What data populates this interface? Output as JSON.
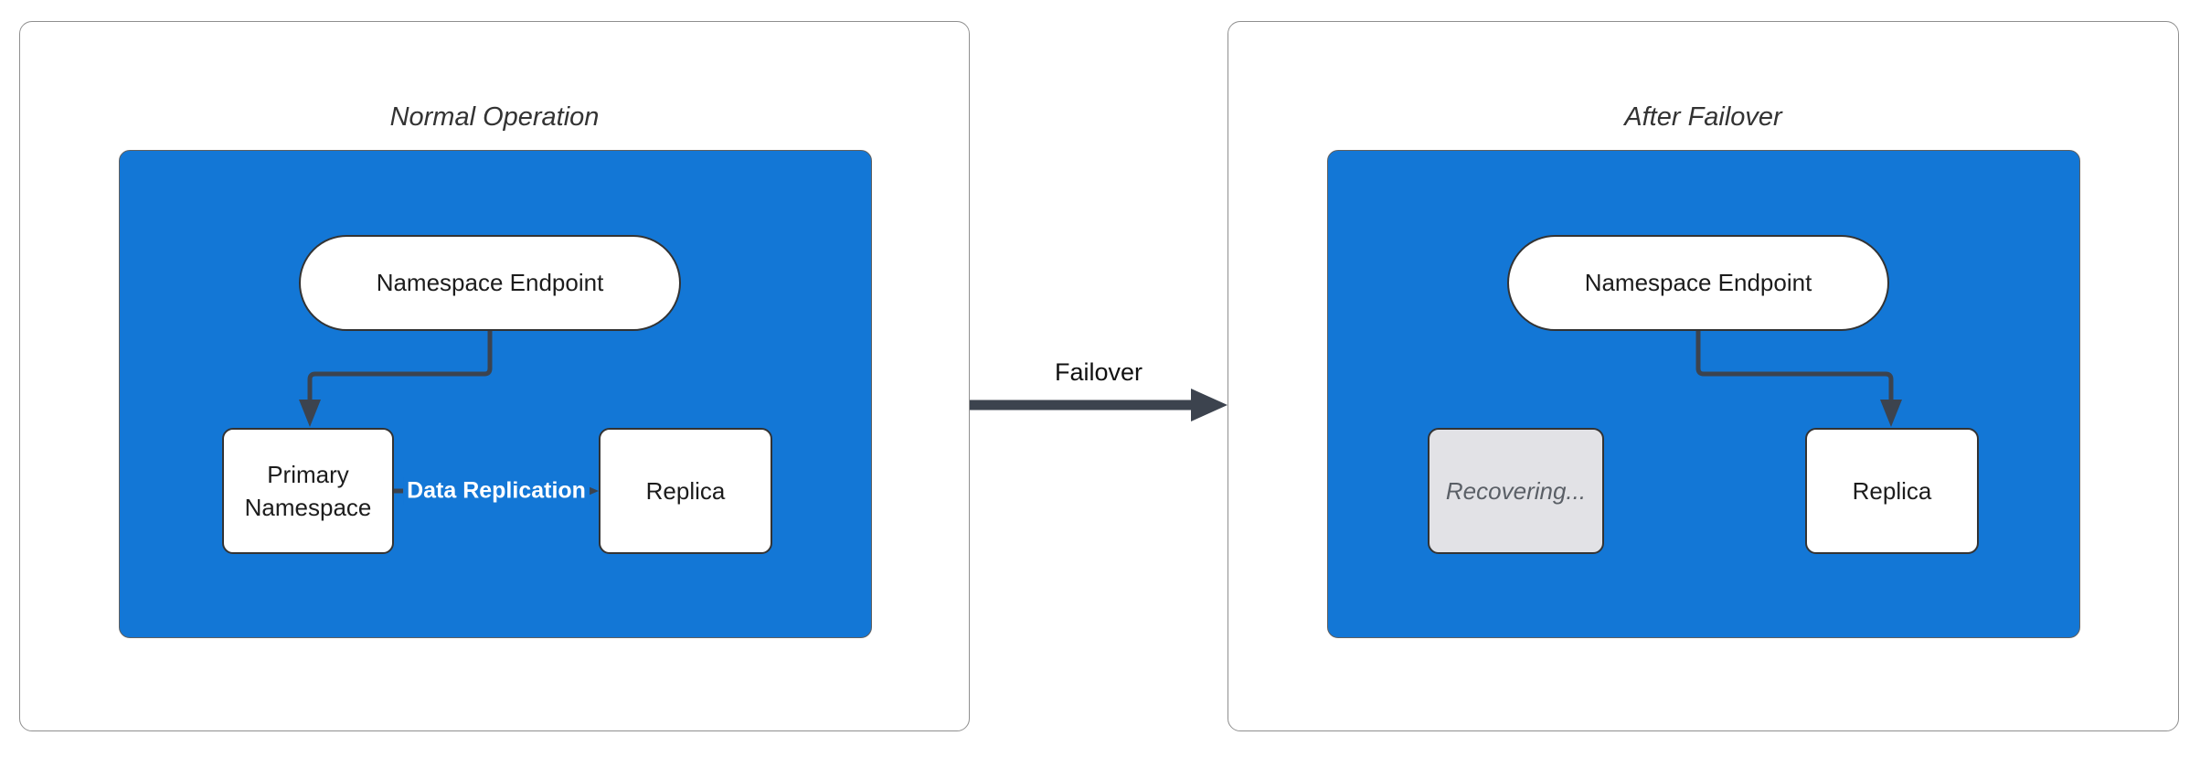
{
  "diagram": {
    "panels": [
      {
        "title": "Normal Operation",
        "endpoint_label": "Namespace Endpoint",
        "left_node": "Primary Namespace",
        "right_node": "Replica",
        "edge_label": "Data Replication"
      },
      {
        "title": "After Failover",
        "endpoint_label": "Namespace Endpoint",
        "left_node": "Recovering...",
        "right_node": "Replica"
      }
    ],
    "transition_label": "Failover"
  },
  "colors": {
    "blue": "#1377d6",
    "line": "#3c434e",
    "node_border": "#333333",
    "panel_border": "#8f8f8f",
    "blue_border": "#606060",
    "recovering_fill": "#e2e2e6",
    "recovering_text": "#5a5f66",
    "title_text": "#333333",
    "node_text": "#1c1c1c",
    "edge_label_text": "#ffffff"
  }
}
